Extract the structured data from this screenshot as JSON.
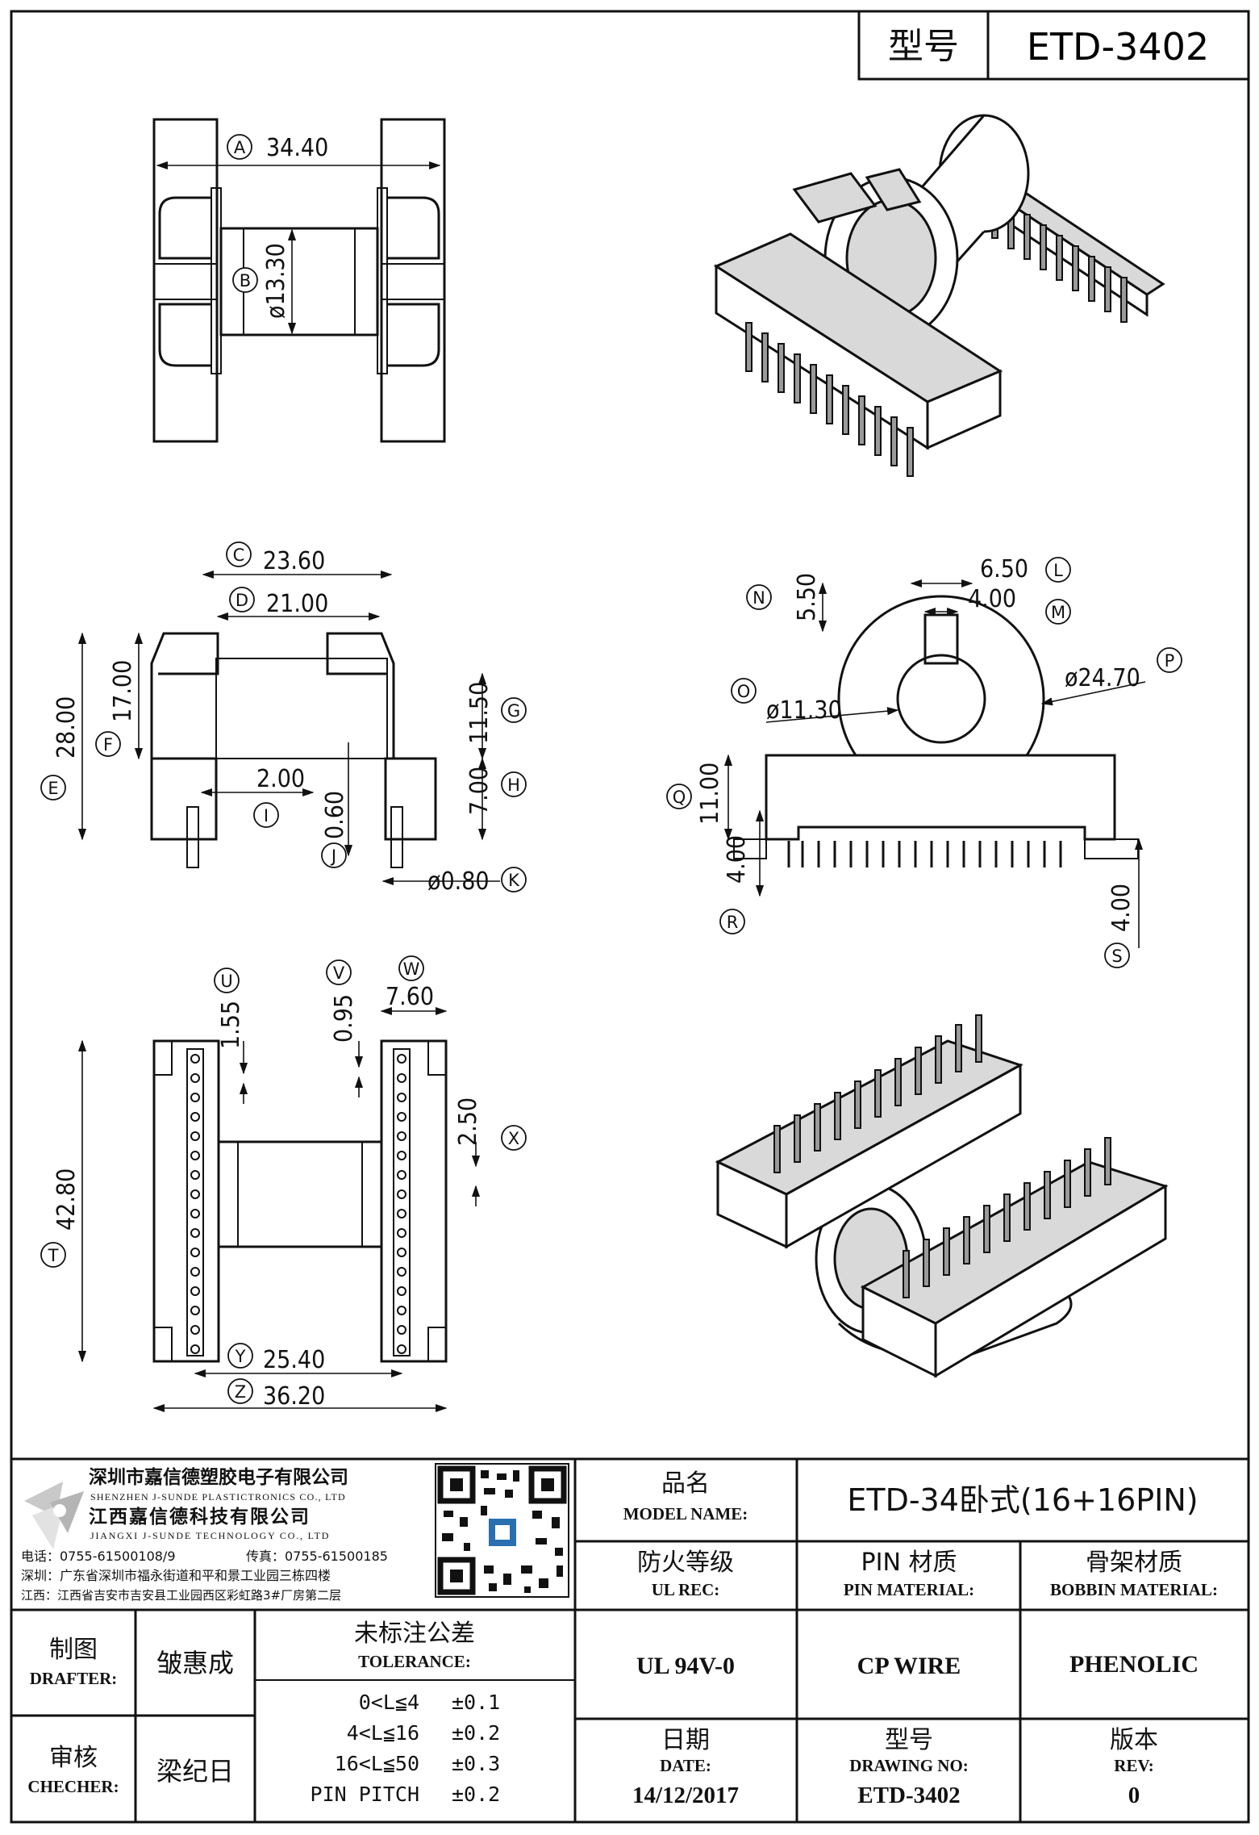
{
  "header": {
    "model_label": "型号",
    "model_value": "ETD-3402"
  },
  "top_view": {
    "dim_a": {
      "letter": "A",
      "value": "34.40"
    },
    "dim_b": {
      "letter": "B",
      "value": "ø13.30"
    }
  },
  "side_view": {
    "dim_c": {
      "letter": "C",
      "value": "23.60"
    },
    "dim_d": {
      "letter": "D",
      "value": "21.00"
    },
    "dim_e": {
      "letter": "E",
      "value": "28.00"
    },
    "dim_f": {
      "letter": "F",
      "value": "17.00"
    },
    "dim_g": {
      "letter": "G",
      "value": "11.50"
    },
    "dim_h": {
      "letter": "H",
      "value": "7.00"
    },
    "dim_i": {
      "letter": "I",
      "value": "2.00"
    },
    "dim_j": {
      "letter": "J",
      "value": "0.60"
    },
    "dim_k": {
      "letter": "K",
      "value": "ø0.80"
    }
  },
  "front_view": {
    "dim_l": {
      "letter": "L",
      "value": "6.50"
    },
    "dim_m": {
      "letter": "M",
      "value": "4.00"
    },
    "dim_n": {
      "letter": "N",
      "value": "5.50"
    },
    "dim_o": {
      "letter": "O",
      "value": "ø11.30"
    },
    "dim_p": {
      "letter": "P",
      "value": "ø24.70"
    },
    "dim_q": {
      "letter": "Q",
      "value": "11.00"
    },
    "dim_r": {
      "letter": "R",
      "value": "4.00"
    },
    "dim_s": {
      "letter": "S",
      "value": "4.00"
    }
  },
  "bottom_view": {
    "dim_u": {
      "letter": "U",
      "value": "1.55"
    },
    "dim_v": {
      "letter": "V",
      "value": "0.95"
    },
    "dim_w": {
      "letter": "W",
      "value": "7.60"
    },
    "dim_x": {
      "letter": "X",
      "value": "2.50"
    },
    "dim_t": {
      "letter": "T",
      "value": "42.80"
    },
    "dim_y": {
      "letter": "Y",
      "value": "25.40"
    },
    "dim_z": {
      "letter": "Z",
      "value": "36.20"
    }
  },
  "company": {
    "name_sz": "深圳市嘉信德塑胶电子有限公司",
    "name_sz_en": "SHENZHEN J-SUNDE PLASTICTRONICS CO., LTD",
    "name_jx": "江西嘉信德科技有限公司",
    "name_jx_en": "JIANGXI J-SUNDE TECHNOLOGY CO., LTD",
    "tel": "电话：0755-61500108/9",
    "fax": "传真：0755-61500185",
    "addr_sz": "深圳：广东省深圳市福永街道和平和景工业园三栋四楼",
    "addr_jx": "江西：江西省吉安市吉安县工业园西区彩虹路3#厂房第二层"
  },
  "title_block": {
    "model_name_zh": "品名",
    "model_name_en": "MODEL NAME:",
    "model_name_value": "ETD-34卧式(16+16PIN)",
    "ul_zh": "防火等级",
    "ul_en": "UL REC:",
    "pin_zh": "PIN 材质",
    "pin_en": "PIN MATERIAL:",
    "bobbin_zh": "骨架材质",
    "bobbin_en": "BOBBIN MATERIAL:",
    "ul_value": "UL 94V-0",
    "pin_value": "CP WIRE",
    "bobbin_value": "PHENOLIC",
    "date_zh": "日期",
    "date_en": "DATE:",
    "drawing_zh": "型号",
    "drawing_en": "DRAWING NO:",
    "rev_zh": "版本",
    "rev_en": "REV:",
    "date_value": "14/12/2017",
    "drawing_value": "ETD-3402",
    "rev_value": "0",
    "drafter_zh": "制图",
    "drafter_en": "DRAFTER:",
    "drafter_name": "皱惠成",
    "checker_zh": "审核",
    "checker_en": "CHECHER:",
    "checker_name": "梁纪日",
    "tolerance_zh": "未标注公差",
    "tolerance_en": "TOLERANCE:",
    "tolerances": [
      {
        "range": "0<L≦4",
        "value": "±0.1"
      },
      {
        "range": "4<L≦16",
        "value": "±0.2"
      },
      {
        "range": "16<L≦50",
        "value": "±0.3"
      },
      {
        "range": "PIN PITCH",
        "value": "±0.2"
      }
    ]
  }
}
